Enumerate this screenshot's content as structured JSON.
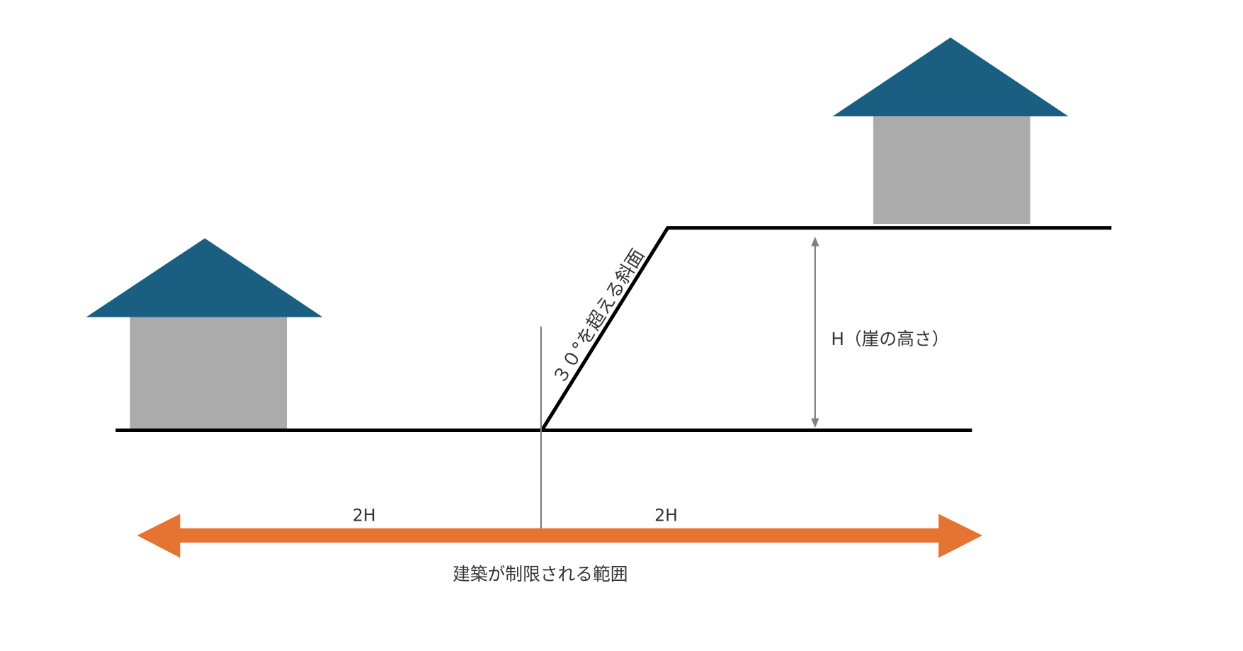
{
  "colors": {
    "roof": "#1a5f82",
    "house_body": "#ababab",
    "ground": "#000000",
    "guide": "#808080",
    "range_arrow": "#e57332"
  },
  "labels": {
    "slope": "３０°を超える斜面",
    "cliff_height": "H（崖の高さ）",
    "left_distance": "2H",
    "right_distance": "2H",
    "restricted_range": "建築が制限される範囲"
  }
}
